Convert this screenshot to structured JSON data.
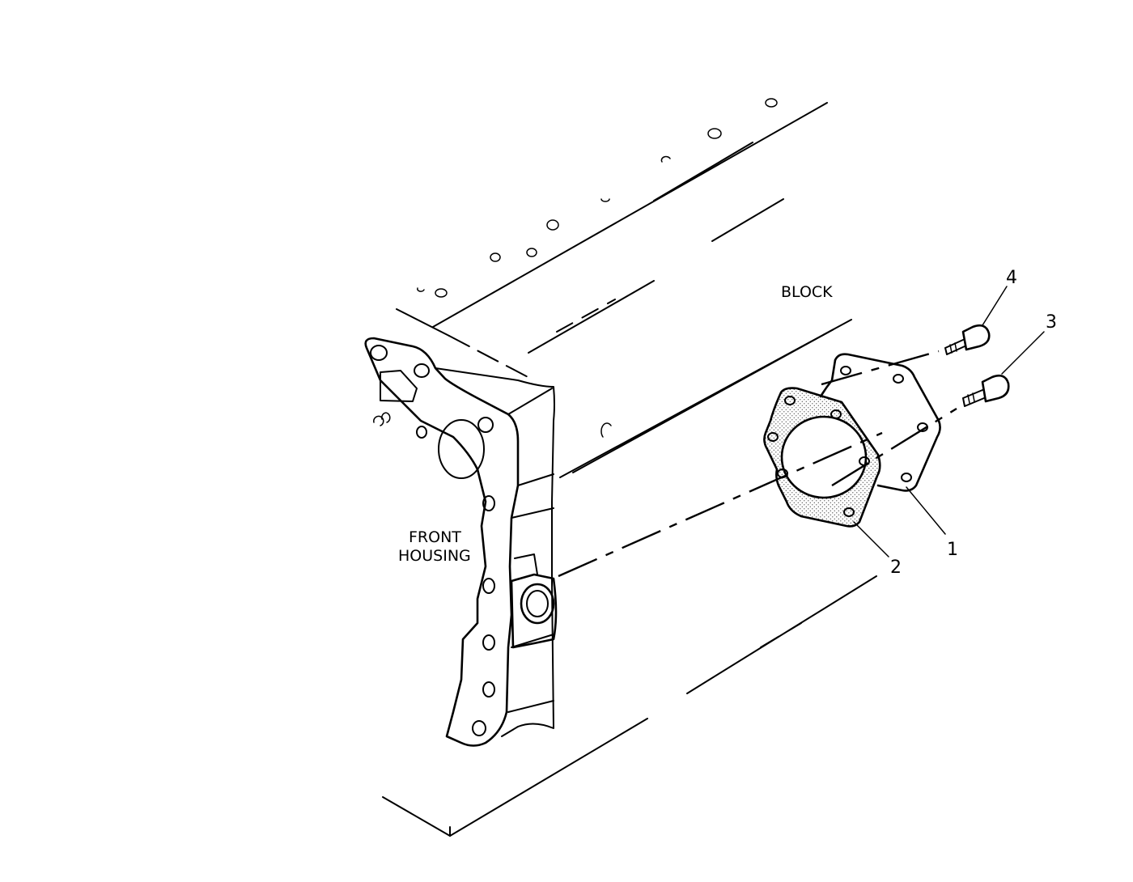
{
  "labels": {
    "block": "BLOCK",
    "front_housing_line1": "FRONT",
    "front_housing_line2": "HOUSING"
  },
  "callouts": {
    "part1": "1",
    "part2": "2",
    "part3": "3",
    "part4": "4"
  },
  "colors": {
    "line": "#000000",
    "background": "#ffffff",
    "gasket_fill": "#d9d9d9"
  }
}
